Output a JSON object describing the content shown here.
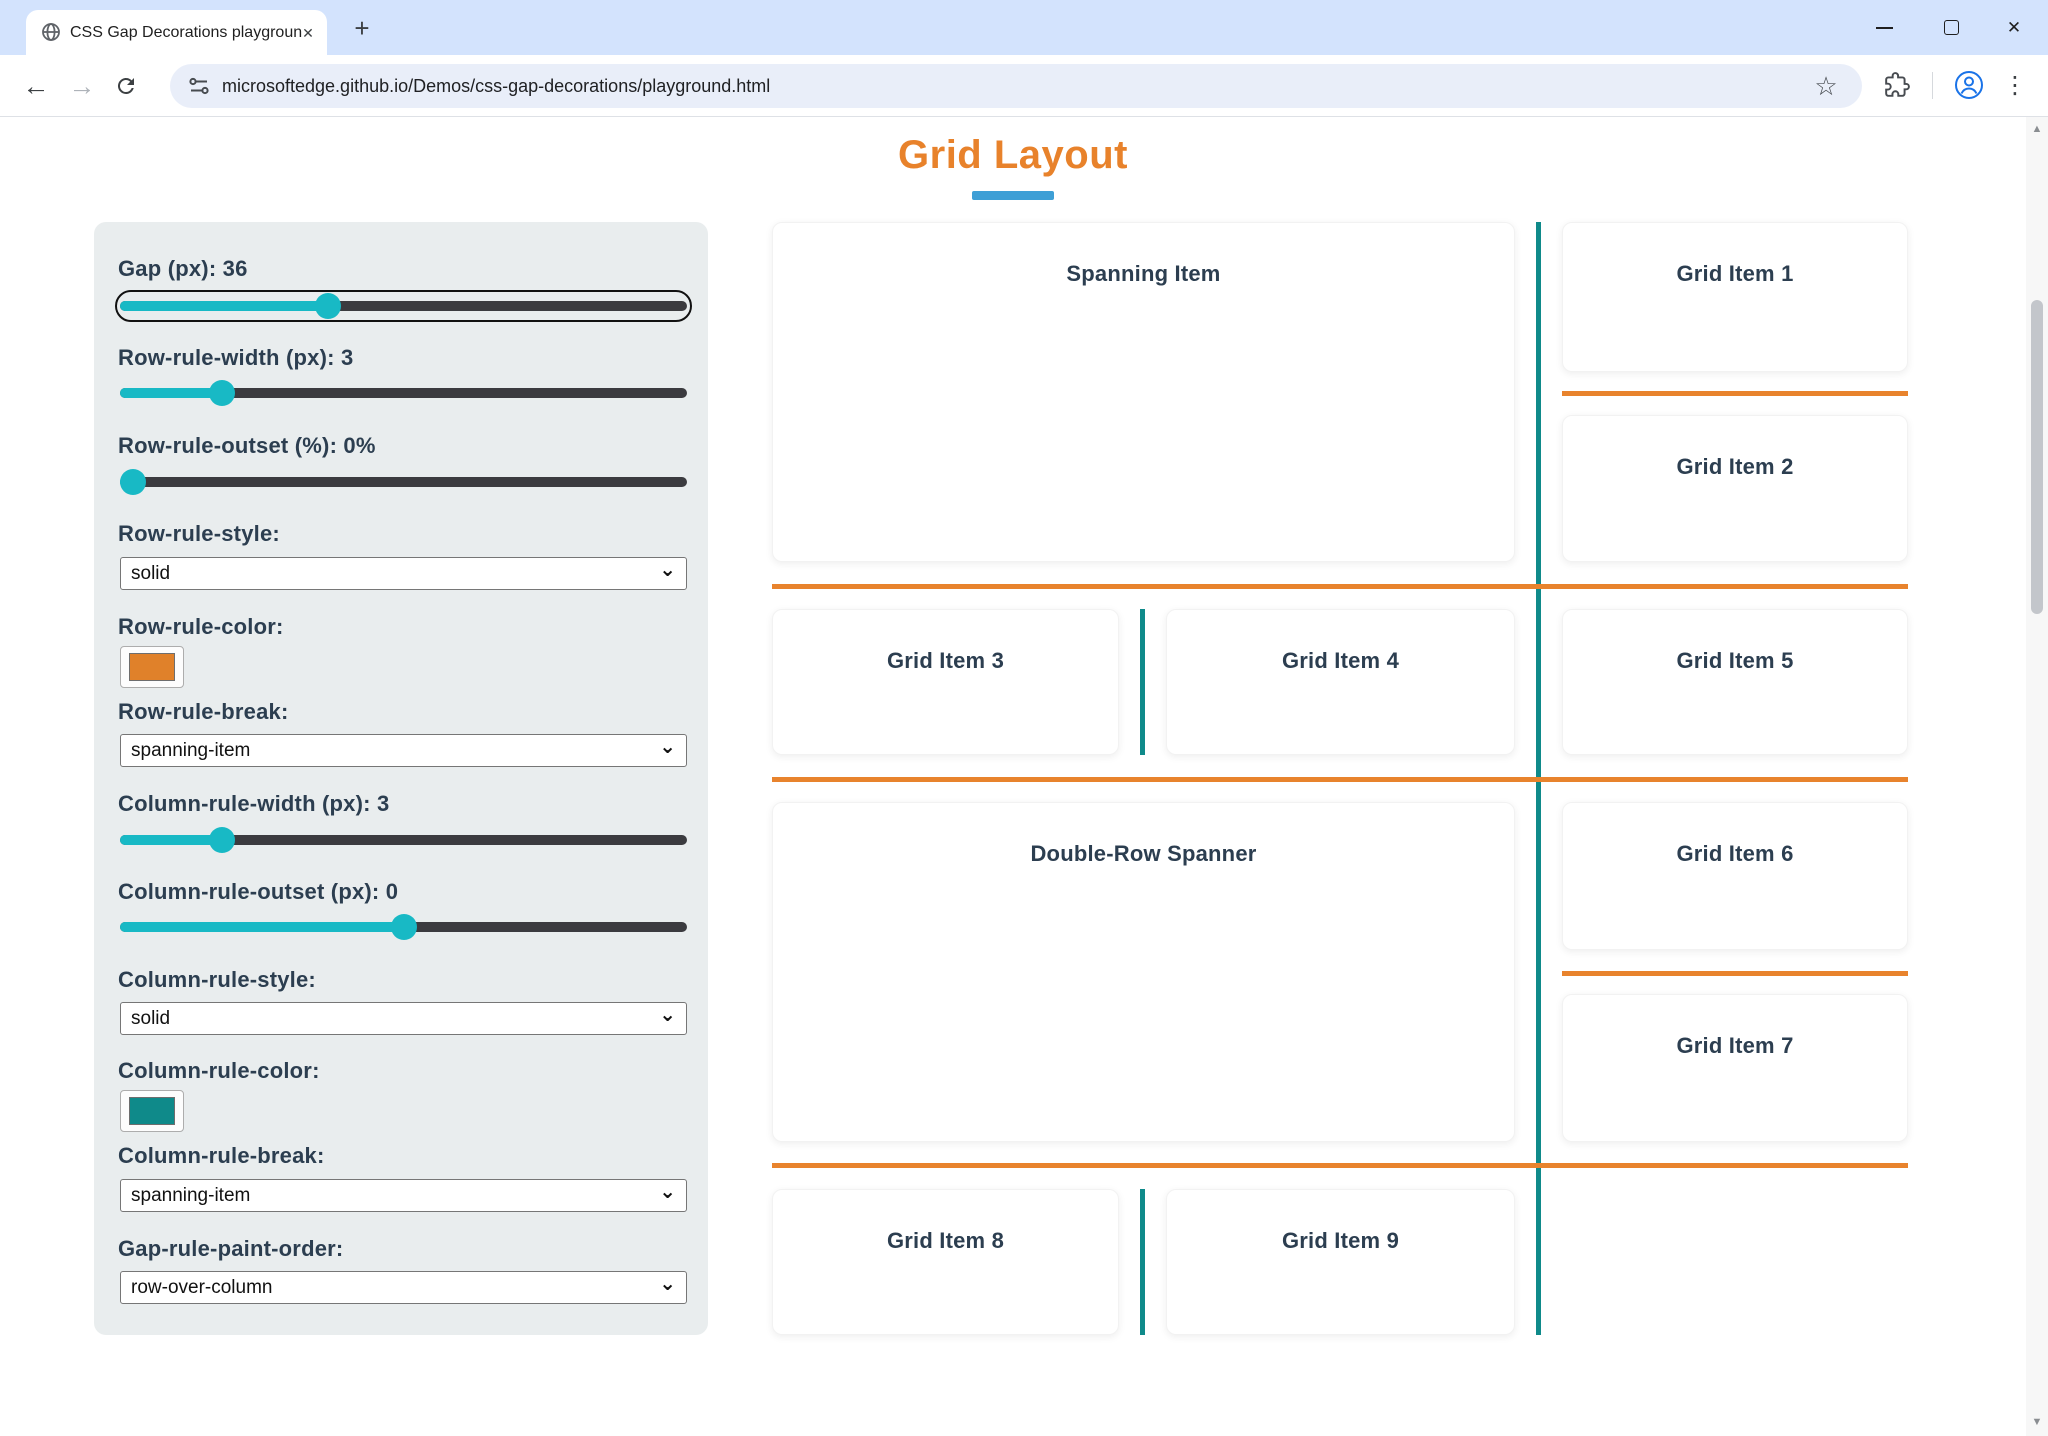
{
  "browser": {
    "tab_title": "CSS Gap Decorations playgroun",
    "url": "microsoftedge.github.io/Demos/css-gap-decorations/playground.html"
  },
  "icons": {
    "back_arrow": "←",
    "forward_arrow": "→",
    "star": "☆",
    "menu_dots": "⋮",
    "new_tab_plus": "+",
    "tab_close": "✕",
    "window_close": "✕",
    "scroll_up": "▲",
    "scroll_down": "▼",
    "select_chevron": "⌄"
  },
  "page": {
    "title": "Grid Layout",
    "title_color": "#E8822B",
    "underline_color": "#3E9FD6",
    "row_rule_color": "#E8832D",
    "column_rule_color": "#0F8A8A"
  },
  "controls": [
    {
      "label": "Gap (px): 36",
      "type": "slider",
      "value": 36,
      "percent": 36,
      "focused": true
    },
    {
      "label": "Row-rule-width (px): 3",
      "type": "slider",
      "value": 3,
      "percent": 16.5
    },
    {
      "label": "Row-rule-outset (%): 0%",
      "type": "slider",
      "value": 0,
      "percent": 0
    },
    {
      "label": "Row-rule-style:",
      "type": "select",
      "value": "solid"
    },
    {
      "label": "Row-rule-color:",
      "type": "color",
      "value": "#E0812A"
    },
    {
      "label": "Row-rule-break:",
      "type": "select",
      "value": "spanning-item"
    },
    {
      "label": "Column-rule-width (px): 3",
      "type": "slider",
      "value": 3,
      "percent": 16.5
    },
    {
      "label": "Column-rule-outset (px): 0",
      "type": "slider",
      "value": 0,
      "percent": 50
    },
    {
      "label": "Column-rule-style:",
      "type": "select",
      "value": "solid"
    },
    {
      "label": "Column-rule-color:",
      "type": "color",
      "value": "#0F8A8A"
    },
    {
      "label": "Column-rule-break:",
      "type": "select",
      "value": "spanning-item"
    },
    {
      "label": "Gap-rule-paint-order:",
      "type": "select",
      "value": "row-over-column"
    }
  ],
  "grid": {
    "cards": [
      "Spanning Item",
      "Grid Item 1",
      "Grid Item 2",
      "Grid Item 3",
      "Grid Item 4",
      "Grid Item 5",
      "Double-Row Spanner",
      "Grid Item 6",
      "Grid Item 7",
      "Grid Item 8",
      "Grid Item 9"
    ]
  }
}
